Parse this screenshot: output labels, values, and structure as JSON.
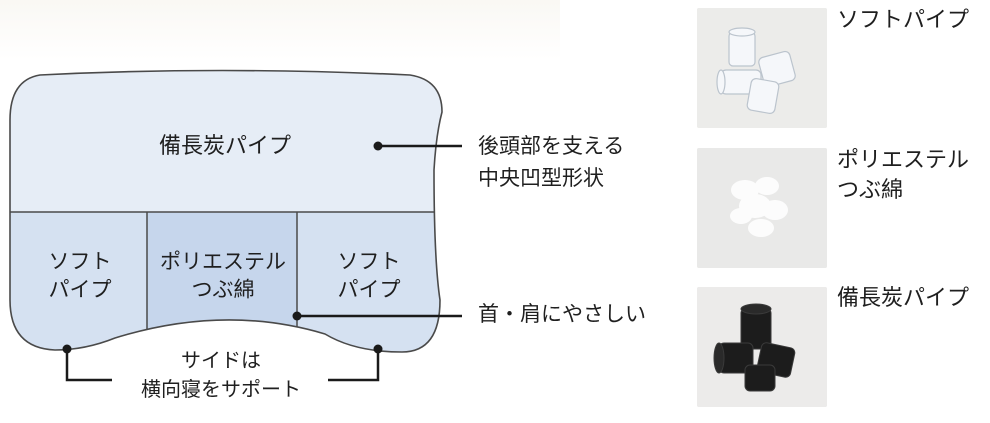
{
  "diagram": {
    "top_section": "備長炭パイプ",
    "left_section": "ソフト\nパイプ",
    "center_section": "ポリエステル\nつぶ綿",
    "right_section": "ソフト\nパイプ",
    "callout_head": "後頭部を支える\n中央凹型形状",
    "callout_neck": "首・肩にやさしい",
    "callout_side": "サイドは\n横向寝をサポート"
  },
  "legend": [
    {
      "label": "ソフトパイプ",
      "icon": "soft-pipe-photo"
    },
    {
      "label": "ポリエステル\nつぶ綿",
      "icon": "polyester-fiber-photo"
    },
    {
      "label": "備長炭パイプ",
      "icon": "charcoal-pipe-photo"
    }
  ],
  "colors": {
    "top_fill": "#e6edf6",
    "side_fill": "#d5e1f1",
    "center_fill": "#c6d6ec",
    "outline": "#4a4a4a",
    "leader": "#1a1a1a"
  }
}
